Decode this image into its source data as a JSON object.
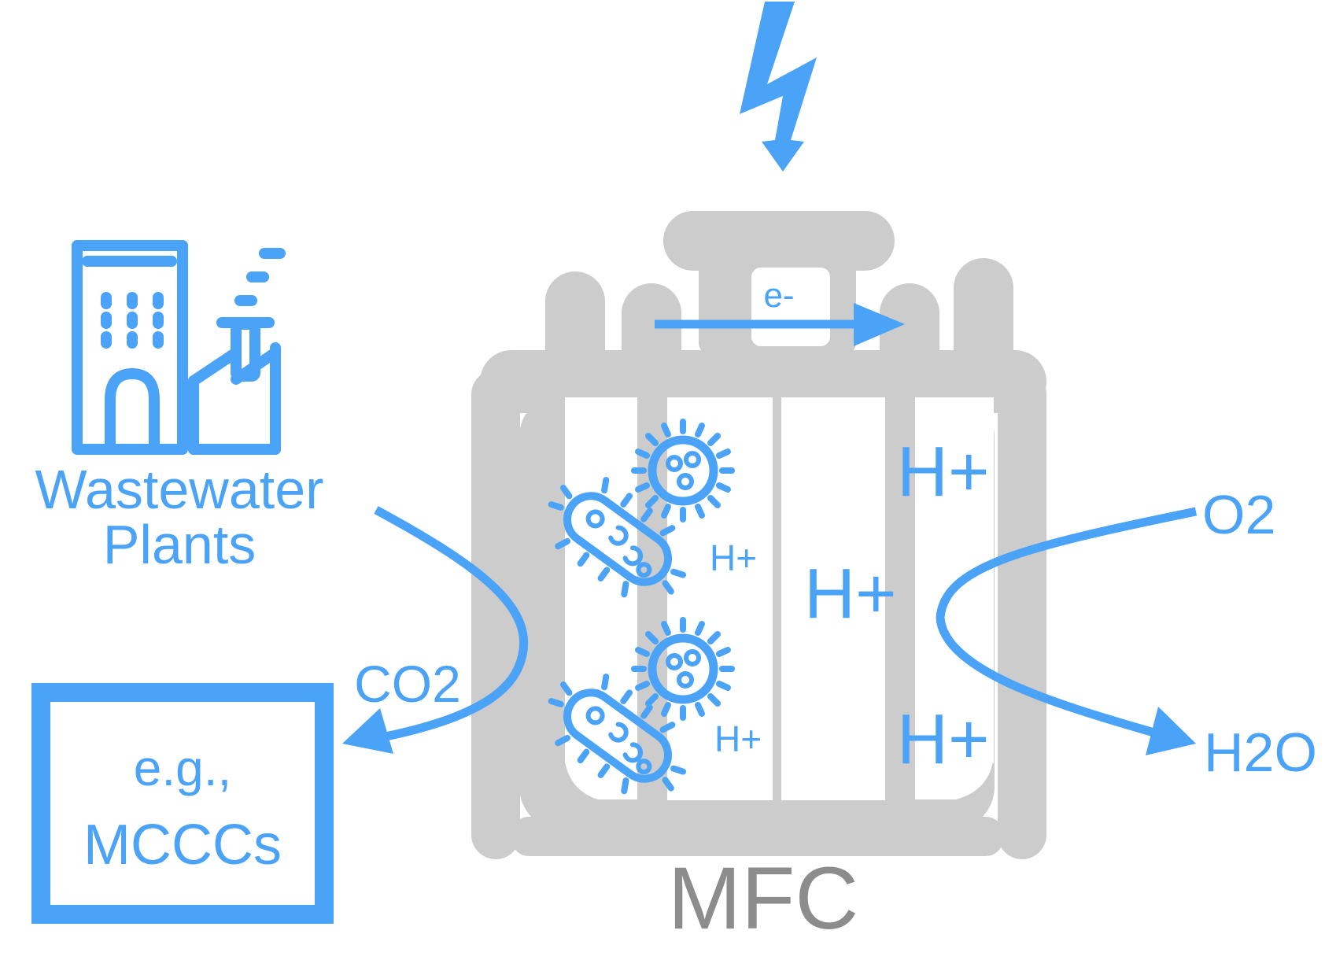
{
  "colors": {
    "accent": "#4BA3F8",
    "device_gray": "#CCCCCC",
    "label_gray": "#8C8C8C",
    "background": "#FFFFFF"
  },
  "icons": {
    "power": "lightning-bolt-icon",
    "source": "factory-icon",
    "microbes": [
      "virus-icon",
      "bacterium-icon"
    ]
  },
  "source": {
    "label_line1": "Wastewater",
    "label_line2": "Plants"
  },
  "product_box": {
    "line1": "e.g.,",
    "line2": "MCCCs"
  },
  "device": {
    "name": "MFC",
    "electron_label": "e-"
  },
  "protons": {
    "small_upper": "H+",
    "small_lower": "H+",
    "large_middle": "H+",
    "large_upper": "H+",
    "large_lower": "H+"
  },
  "flows": {
    "co2": "CO2",
    "o2": "O2",
    "h2o": "H2O"
  }
}
